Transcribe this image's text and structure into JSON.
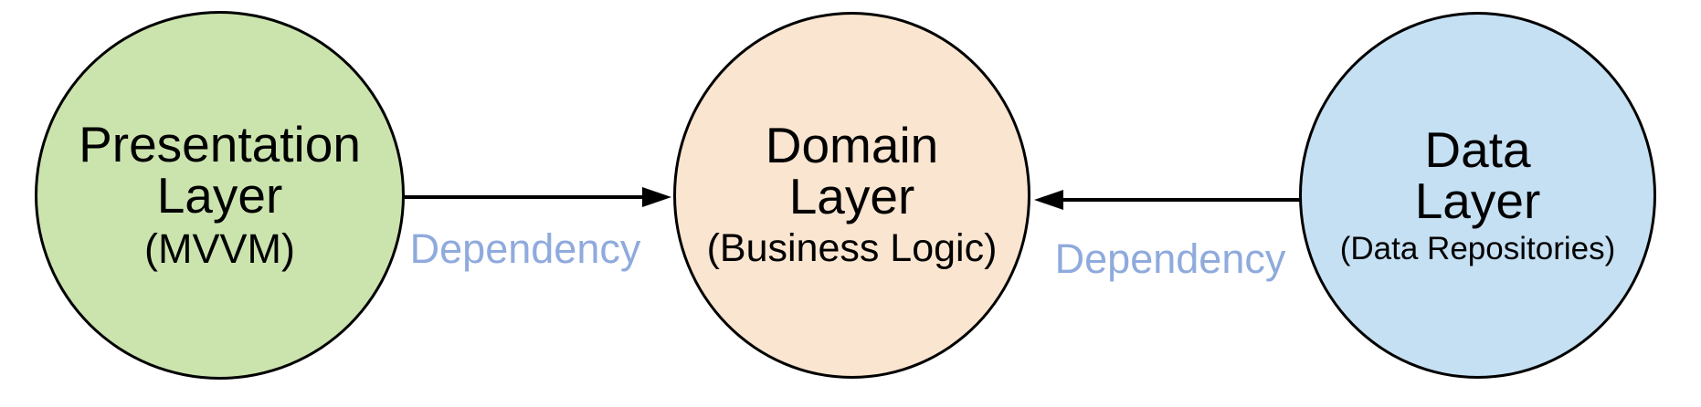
{
  "diagram": {
    "kind": "app-architecture-layers",
    "background": "#ffffff",
    "nodes": [
      {
        "id": "presentation",
        "title_line1": "Presentation",
        "title_line2": "Layer",
        "subtitle": "(MVVM)",
        "fill": "#cbe4ae",
        "stroke": "#000000",
        "shape": "circle"
      },
      {
        "id": "domain",
        "title_line1": "Domain",
        "title_line2": "Layer",
        "subtitle": "(Business Logic)",
        "fill": "#fae5d0",
        "stroke": "#000000",
        "shape": "circle"
      },
      {
        "id": "data",
        "title_line1": "Data",
        "title_line2": "Layer",
        "subtitle": "(Data Repositories)",
        "fill": "#c6e0f3",
        "stroke": "#000000",
        "shape": "circle"
      }
    ],
    "edges": [
      {
        "from": "Presentation Layer",
        "to": "Domain Layer",
        "label": "Dependency",
        "arrow_direction": "right"
      },
      {
        "from": "Data Layer",
        "to": "Domain Layer",
        "label": "Dependency",
        "arrow_direction": "left"
      }
    ],
    "colors": {
      "edge_line": "#000000",
      "edge_label": "#8faadc",
      "node_border": "#000000",
      "text": "#000000"
    }
  }
}
